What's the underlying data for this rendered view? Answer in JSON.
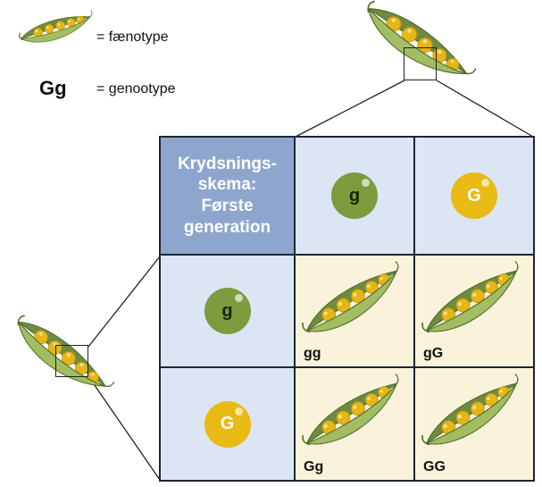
{
  "legend": {
    "phenotype_label": "= fænotype",
    "genotype_symbol": "Gg",
    "genotype_label": "= genootype"
  },
  "grid": {
    "header_text": "Krydsnings-\nskema:\nFørste\ngeneration",
    "columns": [
      {
        "allele": "g",
        "circle_color": "#7d9b3c",
        "letter_color": "#16240a"
      },
      {
        "allele": "G",
        "circle_color": "#e8ba13",
        "letter_color": "#ffffff"
      }
    ],
    "rows": [
      {
        "allele": "g",
        "circle_color": "#7d9b3c",
        "letter_color": "#16240a"
      },
      {
        "allele": "G",
        "circle_color": "#e8ba13",
        "letter_color": "#ffffff"
      }
    ],
    "cells": [
      {
        "genotype": "gg"
      },
      {
        "genotype": "gG"
      },
      {
        "genotype": "Gg"
      },
      {
        "genotype": "GG"
      }
    ]
  },
  "colors": {
    "header_bg": "#8ea6ce",
    "gamete_bg": "#dce5f3",
    "result_bg": "#f9f3dc",
    "grid_border": "#1e2533",
    "pod_green": "#a3bd62",
    "pod_dark_green": "#6e8b41",
    "pea_yellow": "#e6b616"
  }
}
